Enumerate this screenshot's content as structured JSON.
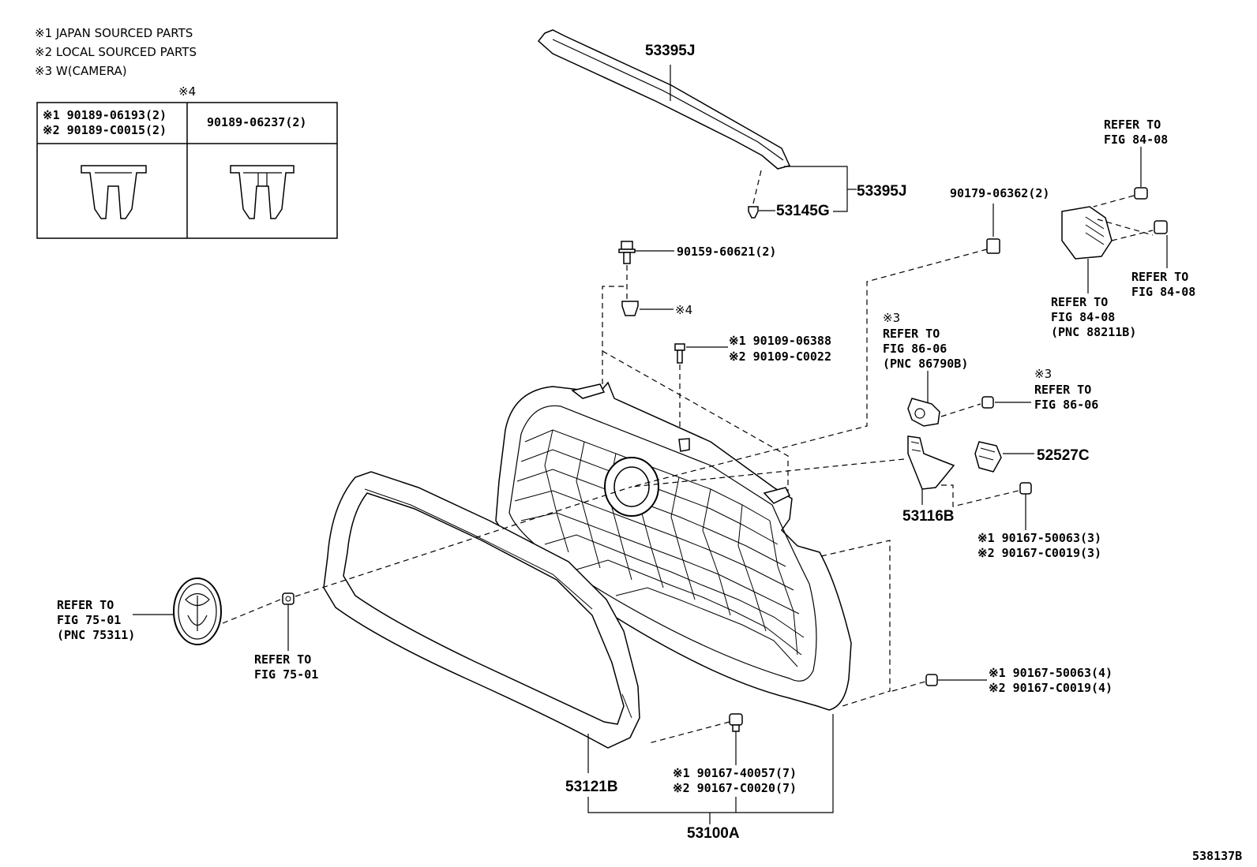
{
  "notes": [
    "※1 JAPAN SOURCED PARTS",
    "※2 LOCAL SOURCED PARTS",
    "※3 W(CAMERA)"
  ],
  "clip_table": {
    "title": "※4",
    "col1_line1": "※1 90189-06193(2)",
    "col1_line2": "※2 90189-C0015(2)",
    "col2": "90189-06237(2)"
  },
  "labels": {
    "p53395j_top": "53395J",
    "p53395j_side": "53395J",
    "p53145g": "53145G",
    "p90159": "90159-60621(2)",
    "p_star4": "※4",
    "p90109_1": "※1 90109-06388",
    "p90109_2": "※2 90109-C0022",
    "p90179": "90179-06362(2)",
    "refer_top_1": "REFER TO",
    "refer_top_2": "FIG 84-08",
    "refer_right_1": "REFER TO",
    "refer_right_2": "FIG 84-08",
    "refer_sensor_1": "REFER TO",
    "refer_sensor_2": "FIG 84-08",
    "refer_sensor_3": "(PNC 88211B)",
    "cam_star": "※3",
    "cam_1": "REFER TO",
    "cam_2": "FIG 86-06",
    "cam_3": "(PNC 86790B)",
    "cam2_star": "※3",
    "cam2_1": "REFER TO",
    "cam2_2": "FIG 86-06",
    "p52527c": "52527C",
    "p53116b": "53116B",
    "p90167_5_1": "※1 90167-50063(3)",
    "p90167_5_2": "※2 90167-C0019(3)",
    "p90167_4_1": "※1 90167-50063(4)",
    "p90167_4_2": "※2 90167-C0019(4)",
    "emblem_1": "REFER TO",
    "emblem_2": "FIG 75-01",
    "emblem_3": "(PNC 75311)",
    "emb_nut_1": "REFER TO",
    "emb_nut_2": "FIG 75-01",
    "p90167_4_1b": "※1 90167-40057(7)",
    "p90167_4_2b": "※2 90167-C0020(7)",
    "p53121b": "53121B",
    "p53100a": "53100A",
    "figure_id": "538137B"
  }
}
